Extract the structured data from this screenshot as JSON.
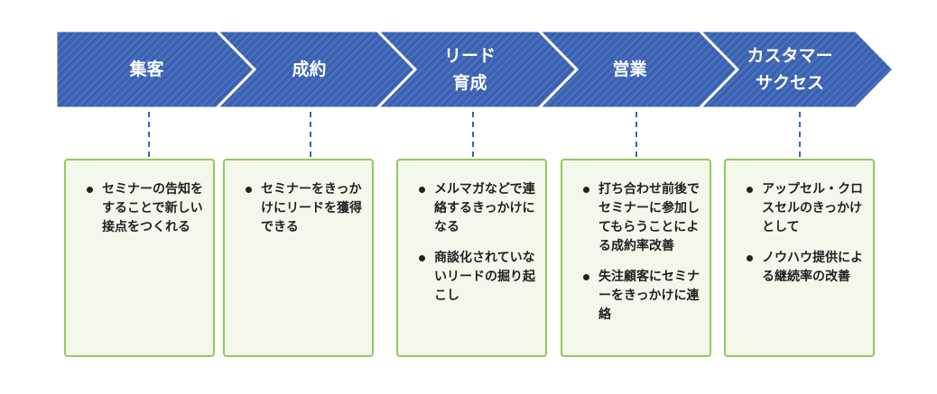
{
  "colors": {
    "chevron_fill": "#3a60b0",
    "chevron_stripe": "#4c72c0",
    "connector": "#3d63ae",
    "card_border": "#8fcb5d",
    "card_fill": "#f4f8ea"
  },
  "stages": [
    {
      "title_lines": [
        "集客"
      ],
      "bullets": [
        "セミナーの告知をすることで新しい接点をつくれる"
      ]
    },
    {
      "title_lines": [
        "成約"
      ],
      "bullets": [
        "セミナーをきっかけにリードを獲得できる"
      ]
    },
    {
      "title_lines": [
        "リード",
        "育成"
      ],
      "bullets": [
        "メルマガなどで連絡するきっかけになる",
        "商談化されていないリードの掘り起こし"
      ]
    },
    {
      "title_lines": [
        "営業"
      ],
      "bullets": [
        "打ち合わせ前後でセミナーに参加してもらうことによる成約率改善",
        "失注顧客にセミナーをきっかけに連絡"
      ]
    },
    {
      "title_lines": [
        "カスタマー",
        "サクセス"
      ],
      "bullets": [
        "アップセル・クロスセルのきっかけとして",
        "ノウハウ提供による継続率の改善"
      ]
    }
  ]
}
